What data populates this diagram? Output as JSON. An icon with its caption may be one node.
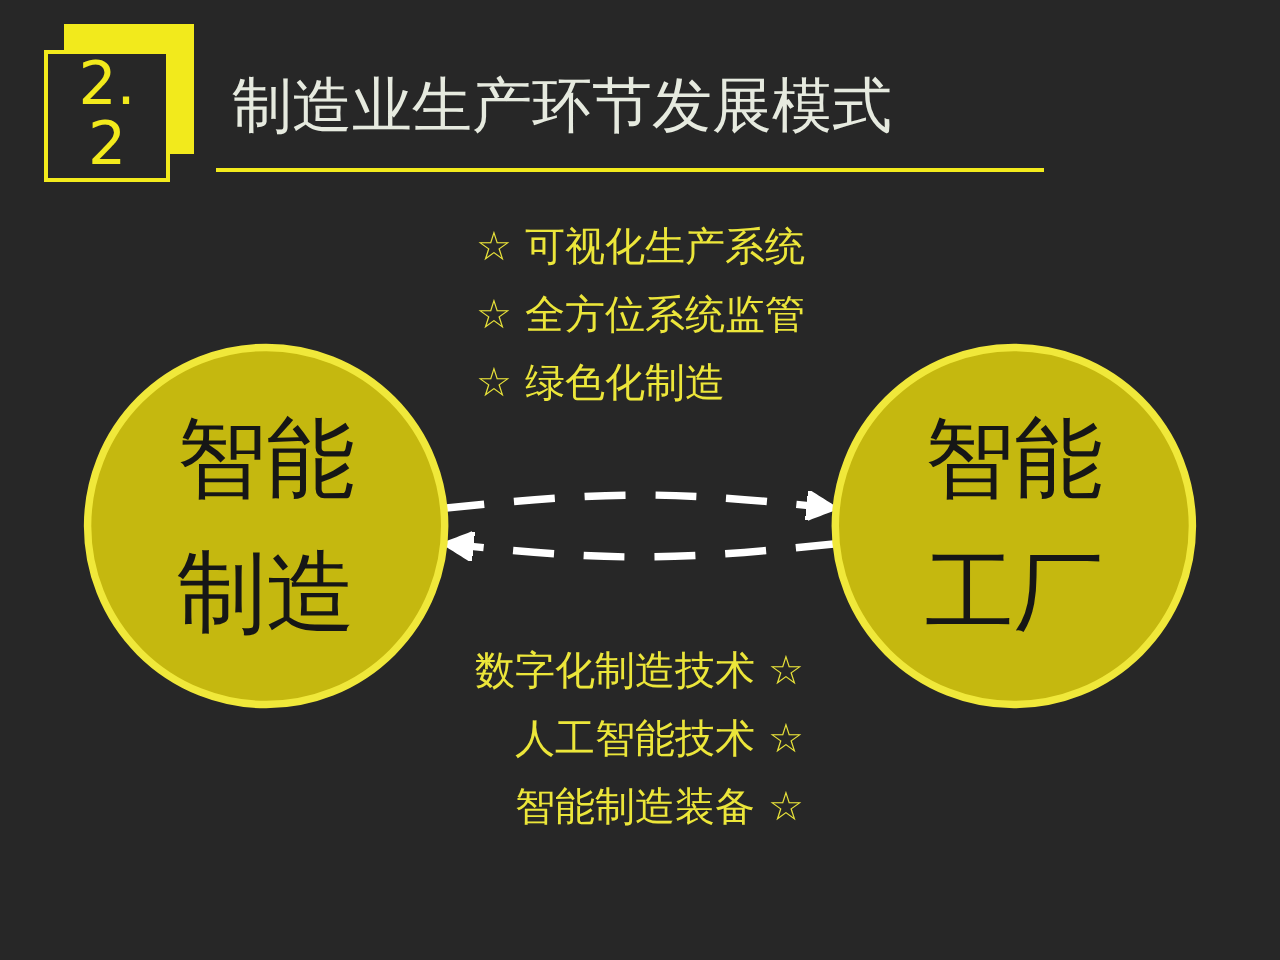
{
  "diagram": {
    "title": "制造业生产环节发展模式",
    "nodes": [
      {
        "text": [
          "智能制造"
        ]
      },
      {
        "text": [
          "智能工厂"
        ]
      }
    ],
    "edges": [
      {
        "from": 0,
        "to": 1,
        "arrow": "to",
        "style": "dashed"
      },
      {
        "from": 1,
        "to": 0,
        "arrow": "to",
        "style": "dashed"
      }
    ],
    "labels": [
      "2.2",
      "☆ 可视化生产系统",
      "☆ 全方位系统监管",
      "☆ 绿色化制造",
      "数字化制造技术 ☆",
      "人工智能技术 ☆",
      "智能制造装备 ☆"
    ]
  }
}
